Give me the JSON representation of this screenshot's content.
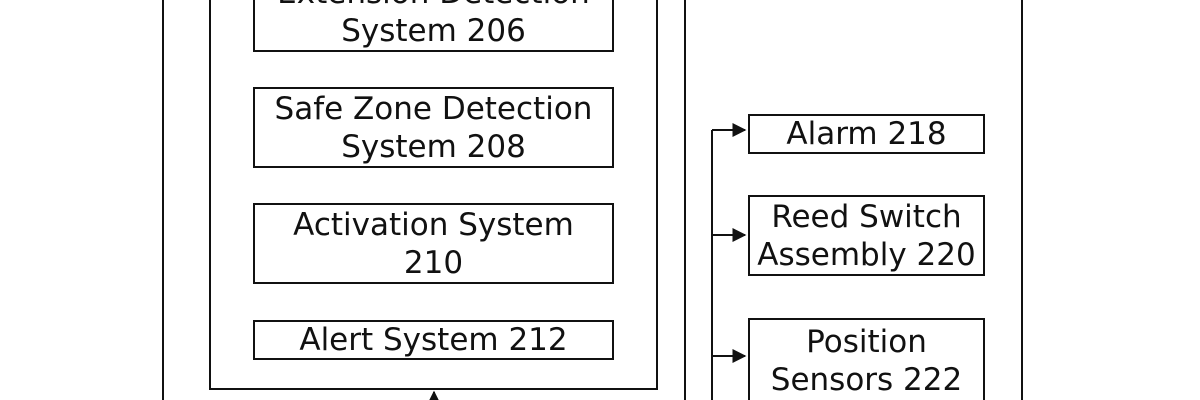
{
  "blocks": {
    "extension_detection": {
      "line1": "Extension Detection",
      "line2": "System 206"
    },
    "safe_zone_detection": {
      "line1": "Safe Zone Detection",
      "line2": "System 208"
    },
    "activation_system": {
      "line1": "Activation System",
      "line2": "210"
    },
    "alert_system": {
      "line1": "Alert System 212"
    },
    "alarm": {
      "line1": "Alarm 218"
    },
    "reed_switch": {
      "line1": "Reed Switch",
      "line2": "Assembly 220"
    },
    "position_sensors": {
      "line1": "Position",
      "line2": "Sensors 222"
    }
  },
  "colors": {
    "stroke": "#111111",
    "background": "#ffffff"
  }
}
